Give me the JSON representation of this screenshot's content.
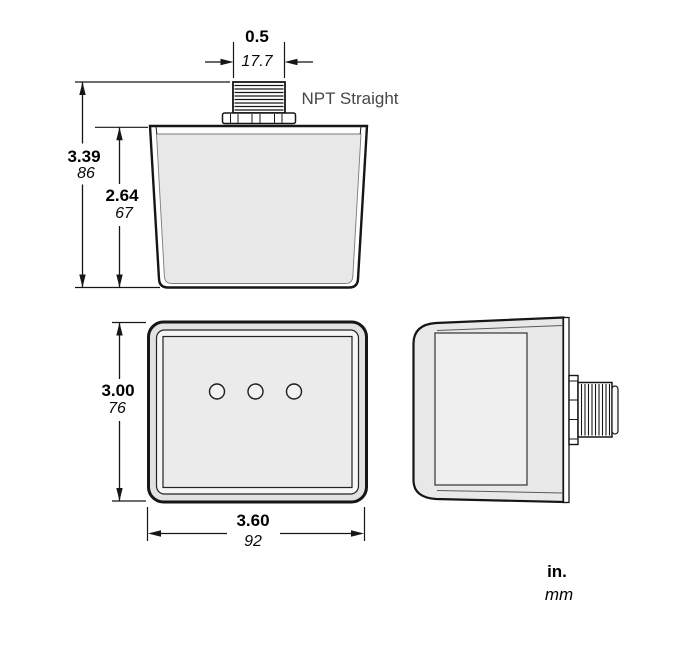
{
  "labels": {
    "connector": "NPT Straight"
  },
  "dimensions": {
    "connector_width": {
      "in": "0.5",
      "mm": "17.7"
    },
    "overall_height": {
      "in": "3.39",
      "mm": "86"
    },
    "body_height": {
      "in": "2.64",
      "mm": "67"
    },
    "front_height": {
      "in": "3.00",
      "mm": "76"
    },
    "front_width": {
      "in": "3.60",
      "mm": "92"
    }
  },
  "units_legend": {
    "inch": "in.",
    "metric": "mm"
  },
  "colors": {
    "line": "#161616",
    "body_fill": "#e8e8e8",
    "panel_fill": "#ebebeb",
    "frame_fill": "#e2e2e2",
    "label_text": "#474747"
  }
}
